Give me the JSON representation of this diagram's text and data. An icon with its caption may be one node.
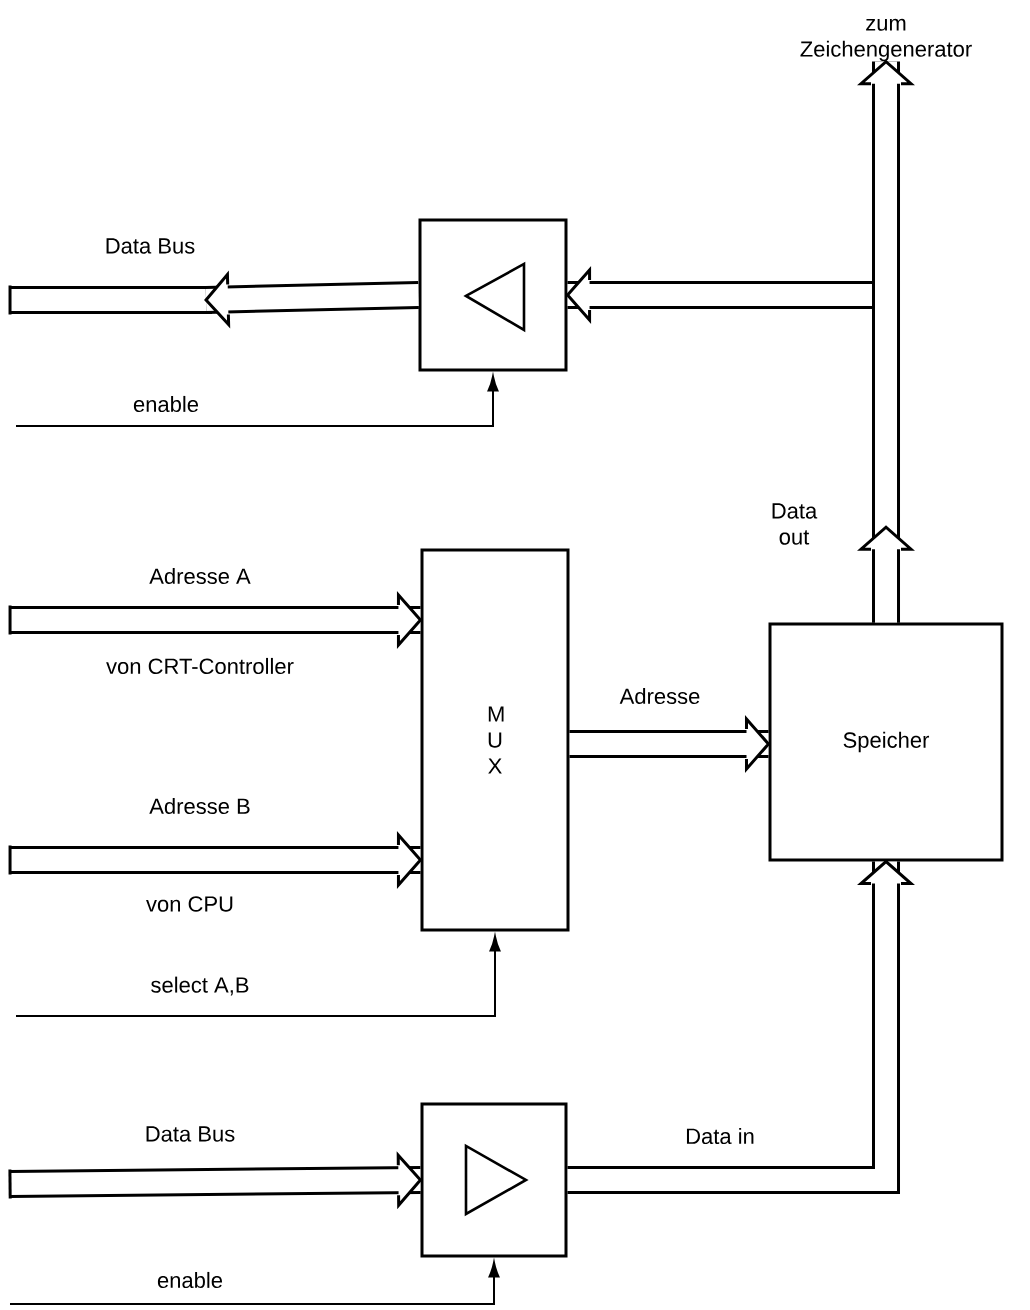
{
  "diagram": {
    "nodes": [
      {
        "text": [],
        "shape": "box"
      },
      {
        "text": [
          "M U X"
        ]
      },
      {
        "text": [
          "Speicher"
        ]
      },
      {
        "text": [],
        "shape": "box"
      },
      {
        "text": [
          "zum Zeichengenerator"
        ]
      }
    ],
    "edges": [
      {
        "from": 0,
        "to": null,
        "arrow": "to",
        "label": "Data Bus"
      },
      {
        "from": null,
        "to": 0,
        "arrow": "to",
        "label": "enable"
      },
      {
        "from": 2,
        "to": 0,
        "arrow": "to"
      },
      {
        "from": 2,
        "to": 4,
        "arrow": "to",
        "label": "Data out"
      },
      {
        "from": null,
        "to": 1,
        "arrow": "to",
        "label": "Adresse A"
      },
      {
        "from": null,
        "to": 1,
        "arrow": "to",
        "label": "Adresse B"
      },
      {
        "from": null,
        "to": 1,
        "arrow": "to",
        "label": "select A,B"
      },
      {
        "from": 1,
        "to": 2,
        "arrow": "to",
        "label": "Adresse"
      },
      {
        "from": null,
        "to": 3,
        "arrow": "to",
        "label": "Data Bus"
      },
      {
        "from": null,
        "to": 3,
        "arrow": "to",
        "label": "enable"
      },
      {
        "from": 3,
        "to": 2,
        "arrow": "to",
        "label": "Data in"
      }
    ],
    "labels": [
      "von CRT-Controller",
      "von CPU"
    ]
  }
}
